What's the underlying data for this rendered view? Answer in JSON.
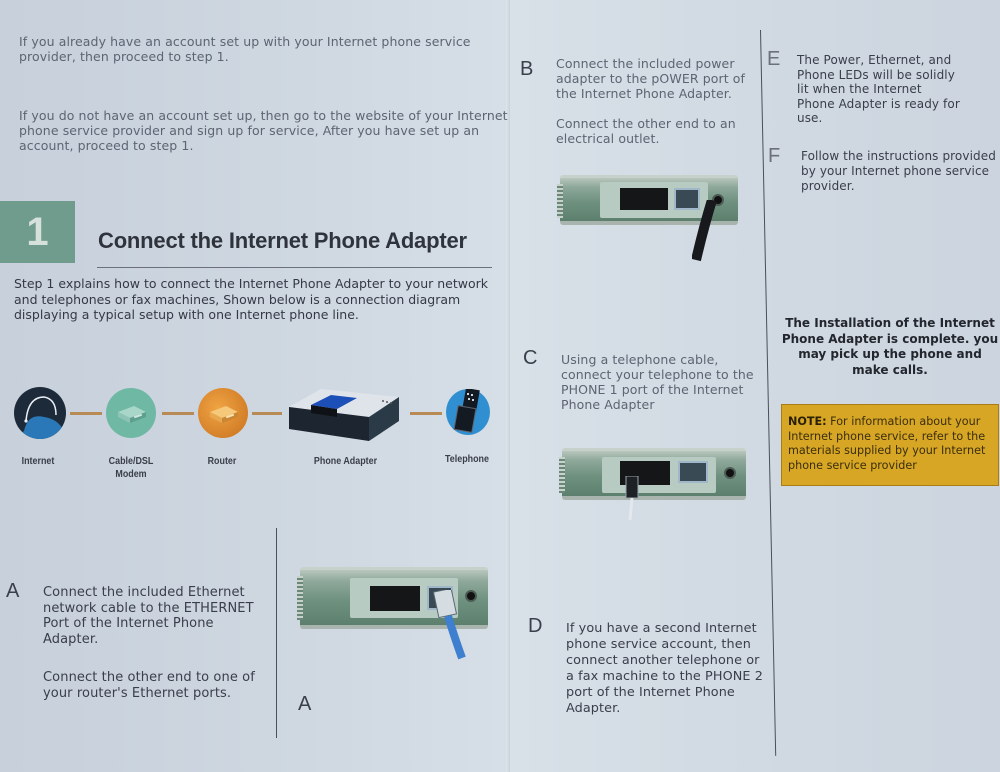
{
  "intro": {
    "paragraph_1": "If you already have an account set up with your Internet phone service provider, then proceed to step 1.",
    "paragraph_2": "If you do not have an account set up, then go to the website of your Internet phone service provider and sign up for service, After you have set up an account, proceed to step 1."
  },
  "step": {
    "number": "1",
    "title": "Connect the Internet Phone Adapter",
    "description": "Step 1 explains how to connect the Internet Phone Adapter to your network and telephones or fax machines, Shown below is a connection diagram displaying a typical setup with one Internet phone line."
  },
  "diagram": {
    "nodes": [
      {
        "label": "Internet",
        "icon": "globe-icon",
        "color": "#2a78b8"
      },
      {
        "label": "Cable/DSL Modem",
        "label_line1": "Cable/DSL",
        "label_line2": "Modem",
        "icon": "modem-icon",
        "color": "#6fb8a4"
      },
      {
        "label": "Router",
        "icon": "router-icon",
        "color": "#d98a2e"
      },
      {
        "label": "Phone Adapter",
        "icon": "phone-adapter-icon"
      },
      {
        "label": "Telephone",
        "icon": "telephone-icon",
        "color": "#2f8fd0"
      }
    ],
    "connector_color": "#b88a55"
  },
  "steps": {
    "A": {
      "letter": "A",
      "paragraph_1": "Connect the included Ethernet network cable to the ETHERNET Port of the Internet Phone Adapter.",
      "paragraph_2": "Connect the other end to one of your router's Ethernet ports.",
      "figure_label": "A"
    },
    "B": {
      "letter": "B",
      "paragraph_1": "Connect the included power adapter to the pOWER port of the Internet Phone Adapter.",
      "paragraph_2": "Connect the other end to an electrical outlet."
    },
    "C": {
      "letter": "C",
      "paragraph_1": "Using a telephone cable, connect your telephone to the PHONE 1 port of the Internet Phone Adapter"
    },
    "D": {
      "letter": "D",
      "paragraph_1": "If you have a second Internet phone service account, then connect another telephone or a fax machine to the PHONE 2 port of the Internet Phone Adapter."
    },
    "E": {
      "letter": "E",
      "paragraph_1": "The Power, Ethernet, and Phone LEDs will be solidly lit when the Internet Phone Adapter is ready for use."
    },
    "F": {
      "letter": "F",
      "paragraph_1": "Follow the instructions provided by your Internet phone service provider."
    }
  },
  "completion": {
    "message": "The Installation of the Internet Phone Adapter is complete. you may pick up the phone and make calls."
  },
  "note": {
    "label": "NOTE:",
    "text": " For information about your Internet phone service, refer to the materials supplied by your Internet phone service provider",
    "background": "#d6a624"
  }
}
